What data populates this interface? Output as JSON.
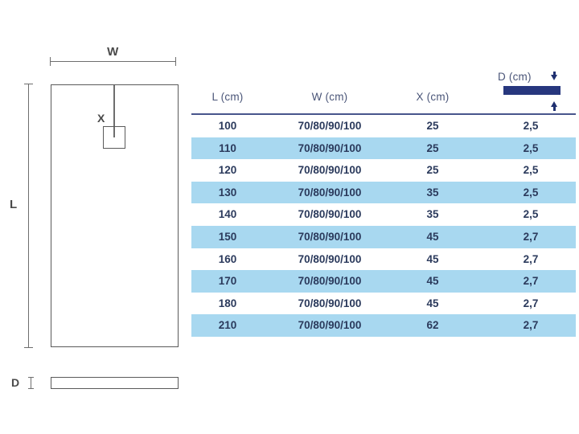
{
  "diagram": {
    "width_label": "W",
    "length_label": "L",
    "drain_label": "X",
    "depth_label": "D",
    "stroke_color": "#5a5a5a",
    "label_color": "#4a4a4a"
  },
  "table": {
    "columns": [
      {
        "key": "l",
        "header": "L (cm)"
      },
      {
        "key": "w",
        "header": "W (cm)"
      },
      {
        "key": "x",
        "header": "X (cm)"
      },
      {
        "key": "d",
        "header": "D (cm)"
      }
    ],
    "depth_header": {
      "label": "D (cm)",
      "down_arrow": "arrow-down-icon",
      "up_arrow": "arrow-up-icon",
      "bar_color": "#27377e"
    },
    "rows": [
      {
        "l": "100",
        "w": "70/80/90/100",
        "x": "25",
        "d": "2,5",
        "striped": false
      },
      {
        "l": "110",
        "w": "70/80/90/100",
        "x": "25",
        "d": "2,5",
        "striped": true
      },
      {
        "l": "120",
        "w": "70/80/90/100",
        "x": "25",
        "d": "2,5",
        "striped": false
      },
      {
        "l": "130",
        "w": "70/80/90/100",
        "x": "35",
        "d": "2,5",
        "striped": true
      },
      {
        "l": "140",
        "w": "70/80/90/100",
        "x": "35",
        "d": "2,5",
        "striped": false
      },
      {
        "l": "150",
        "w": "70/80/90/100",
        "x": "45",
        "d": "2,7",
        "striped": true
      },
      {
        "l": "160",
        "w": "70/80/90/100",
        "x": "45",
        "d": "2,7",
        "striped": false
      },
      {
        "l": "170",
        "w": "70/80/90/100",
        "x": "45",
        "d": "2,7",
        "striped": true
      },
      {
        "l": "180",
        "w": "70/80/90/100",
        "x": "45",
        "d": "2,7",
        "striped": false
      },
      {
        "l": "210",
        "w": "70/80/90/100",
        "x": "62",
        "d": "2,7",
        "striped": true
      }
    ],
    "header_text_color": "#4a5578",
    "body_text_color": "#2b3a5c",
    "stripe_color": "#a8d8f0",
    "rule_color": "#48558c"
  }
}
